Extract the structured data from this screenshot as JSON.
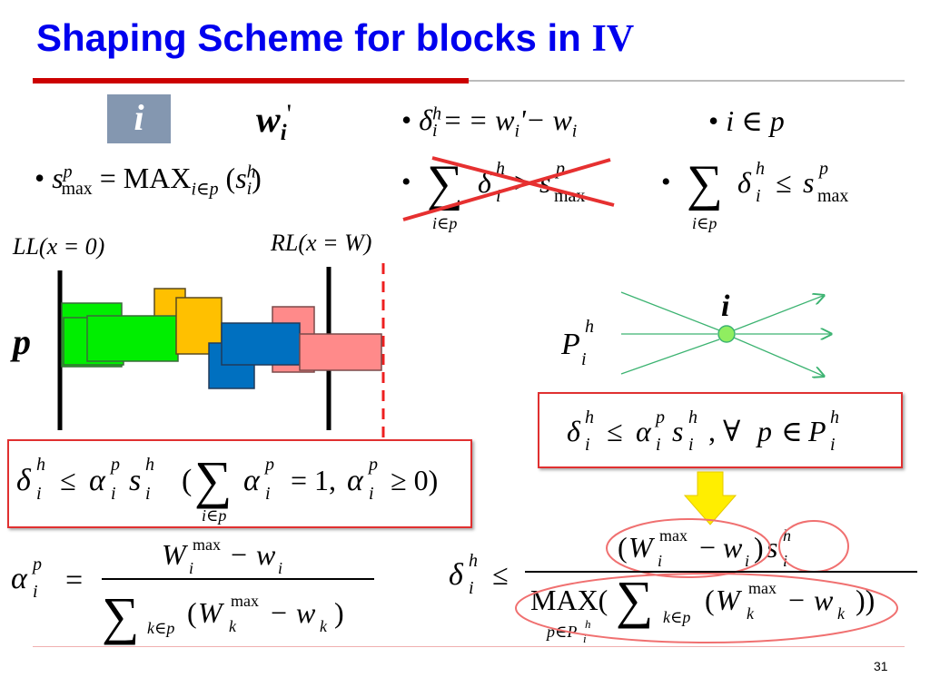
{
  "title": {
    "main": "Shaping Scheme for blocks in",
    "roman": "IV"
  },
  "header_row": {
    "i_label": "i",
    "w_prime": "w",
    "w_prime_sub": "i",
    "w_prime_mark": "'",
    "delta_eq": "= w",
    "delta_eq_tail": "'− w",
    "member": "i ∈ p"
  },
  "row2": {
    "smax_lhs": "s",
    "smax_eq": "= MAX",
    "smax_sub": "i∈p",
    "crossed_op": ">",
    "leq_op": "≤"
  },
  "diagram": {
    "ll_label": "LL(x = 0)",
    "rl_label": "RL(x = W)",
    "p_label": "p",
    "node_label": "i",
    "p_set_label": "P",
    "colors": {
      "green": "#00ee00",
      "orange": "#ffc000",
      "blue": "#0070c0",
      "pink": "#ff8a8a",
      "node": "#90ee60",
      "arrow": "#3cb371"
    }
  },
  "constraints": {
    "right_box": "≤ α, ∀p ∈ P",
    "left_box_sum": "= 1, α",
    "left_box_geq": "≥ 0)",
    "left_box_sub": "i∈p"
  },
  "alpha_formula": {
    "lhs": "α",
    "num": "W",
    "num_minus": "− w",
    "den_sub": "k∈p",
    "den": "(W",
    "den_minus": "− w"
  },
  "delta_formula": {
    "lhs": "δ",
    "op": "≤",
    "num": "(W",
    "num_minus": "− w",
    "num_close": ")s",
    "den_max": "MAX(",
    "den_sub1": "k∈p",
    "den_sub2": "p∈P",
    "den_body": "(W",
    "den_minus": "− w",
    "den_close": "))"
  },
  "page_number": "31",
  "accent_colors": {
    "title": "#0000ee",
    "rule": "#cc0000",
    "box_border": "#e03030",
    "arrow": "#ffee00"
  }
}
